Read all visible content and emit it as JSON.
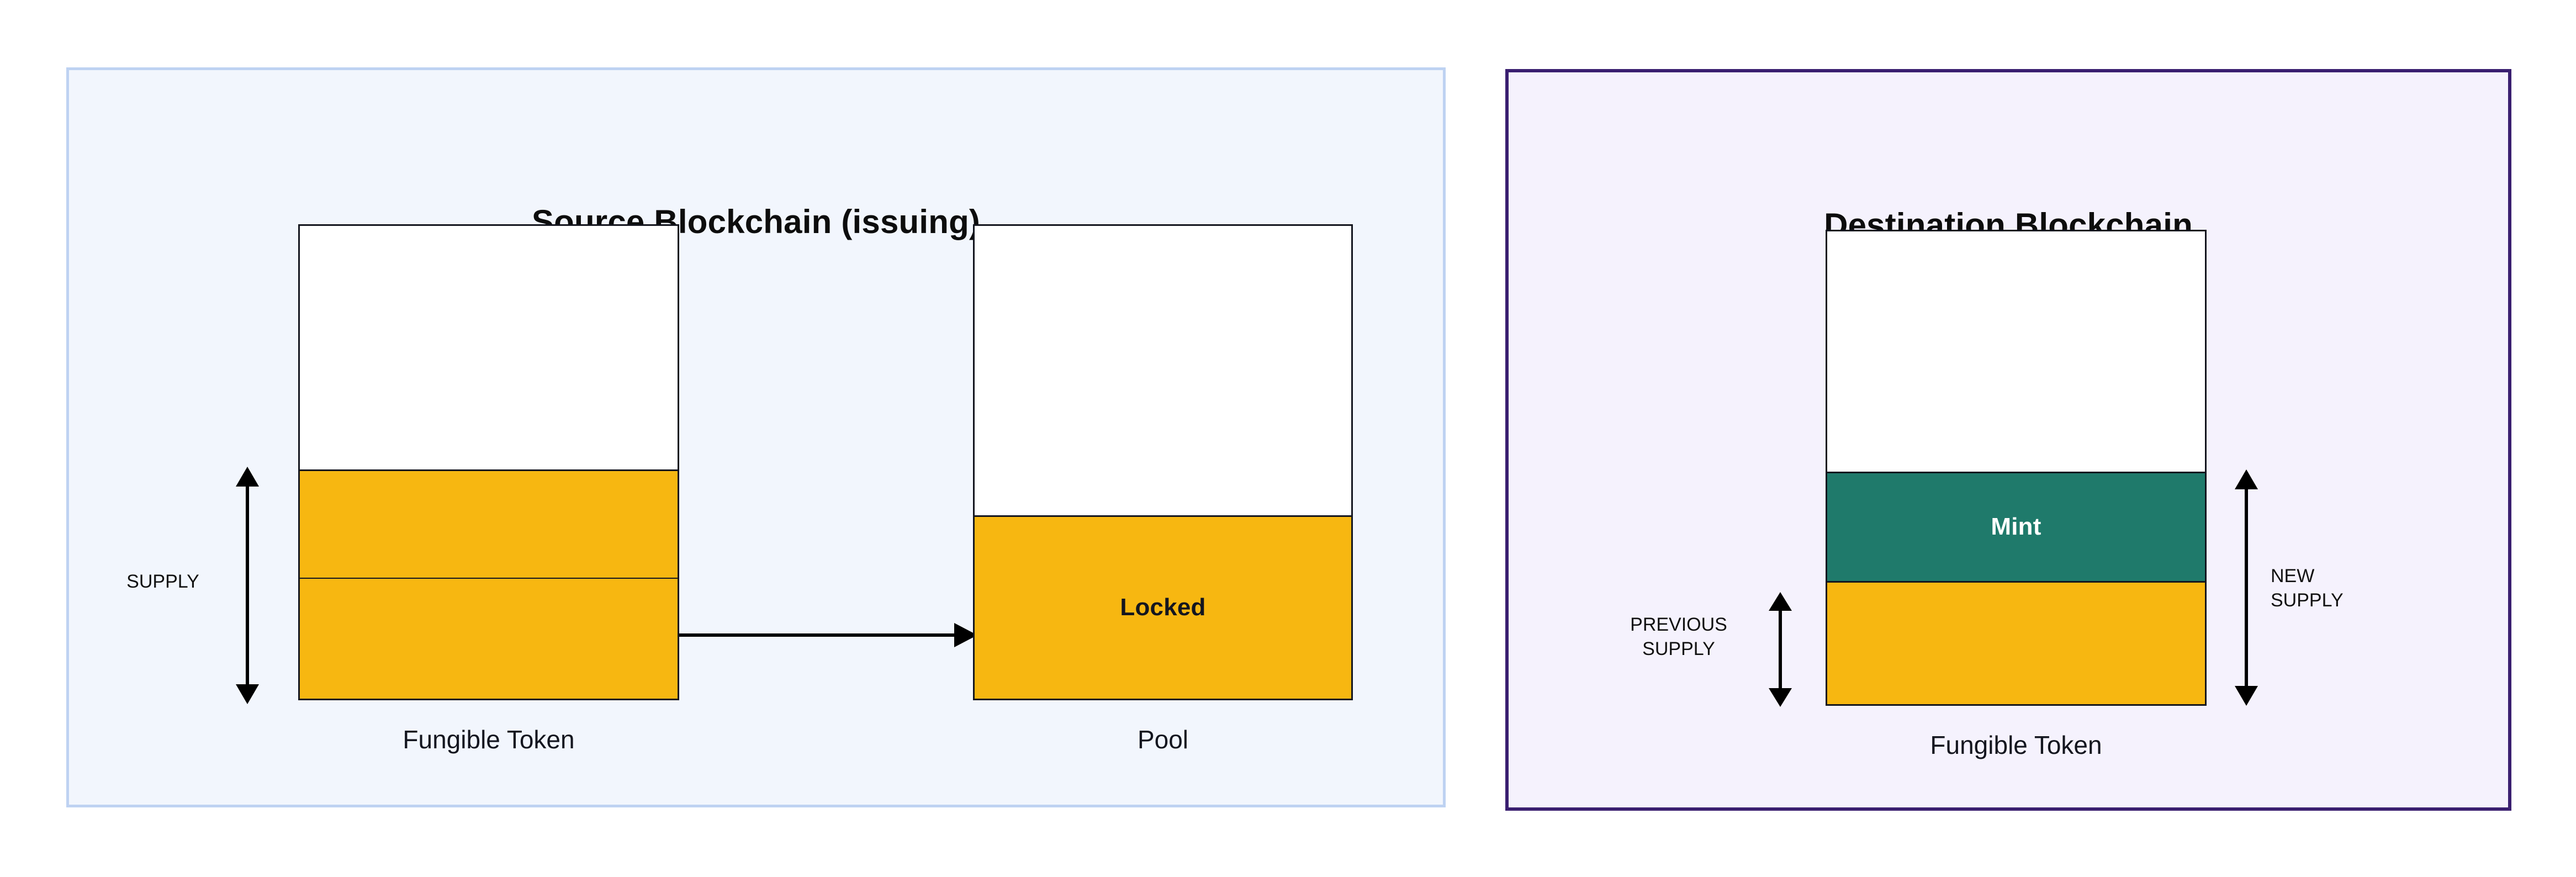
{
  "diagram": {
    "title_semantic": "token-bridge-lock-and-mint",
    "background": "#ffffff"
  },
  "colors": {
    "source_panel_bg": "#f2f6fd",
    "source_panel_border": "#bed2f2",
    "dest_panel_bg": "#f5f2fd",
    "dest_panel_border": "#3a1f70",
    "token_gold": "#f7b711",
    "mint_teal": "#1f7a6b",
    "box_outline": "#14161f",
    "empty_fill": "#ffffff",
    "text": "#14161f"
  },
  "source_panel": {
    "title": "Source Blockchain (issuing)",
    "token_bar": {
      "caption": "Fungible Token",
      "segments": [
        {
          "name": "headroom",
          "label": "",
          "fill": "empty",
          "ratio": 0.515
        },
        {
          "name": "supply-upper",
          "label": "",
          "fill": "gold",
          "ratio": 0.229
        },
        {
          "name": "supply-lower",
          "label": "",
          "fill": "gold",
          "ratio": 0.256
        }
      ]
    },
    "supply_measure": {
      "label": "SUPPLY",
      "spans_from": "supply-upper-top",
      "spans_to": "bar-bottom"
    },
    "transfer_arrow": {
      "name": "lock-transfer-arrow",
      "direction": "right",
      "from": "fungible-token-bar",
      "to": "pool-bar"
    },
    "pool_bar": {
      "caption": "Pool",
      "segments": [
        {
          "name": "pool-headroom",
          "label": "",
          "fill": "empty",
          "ratio": 0.612
        },
        {
          "name": "pool-locked",
          "label": "Locked",
          "fill": "gold",
          "ratio": 0.388
        }
      ]
    }
  },
  "dest_panel": {
    "title": "Destination Blockchain",
    "token_bar": {
      "caption": "Fungible Token",
      "segments": [
        {
          "name": "headroom",
          "label": "",
          "fill": "empty",
          "ratio": 0.508
        },
        {
          "name": "mint",
          "label": "Mint",
          "fill": "teal",
          "ratio": 0.231
        },
        {
          "name": "previous-supply",
          "label": "",
          "fill": "gold",
          "ratio": 0.261
        }
      ]
    },
    "previous_supply_measure": {
      "label": "PREVIOUS\nSUPPLY",
      "spans_from": "previous-supply-top",
      "spans_to": "bar-bottom"
    },
    "new_supply_measure": {
      "label": "NEW\nSUPPLY",
      "spans_from": "mint-top",
      "spans_to": "bar-bottom"
    }
  }
}
